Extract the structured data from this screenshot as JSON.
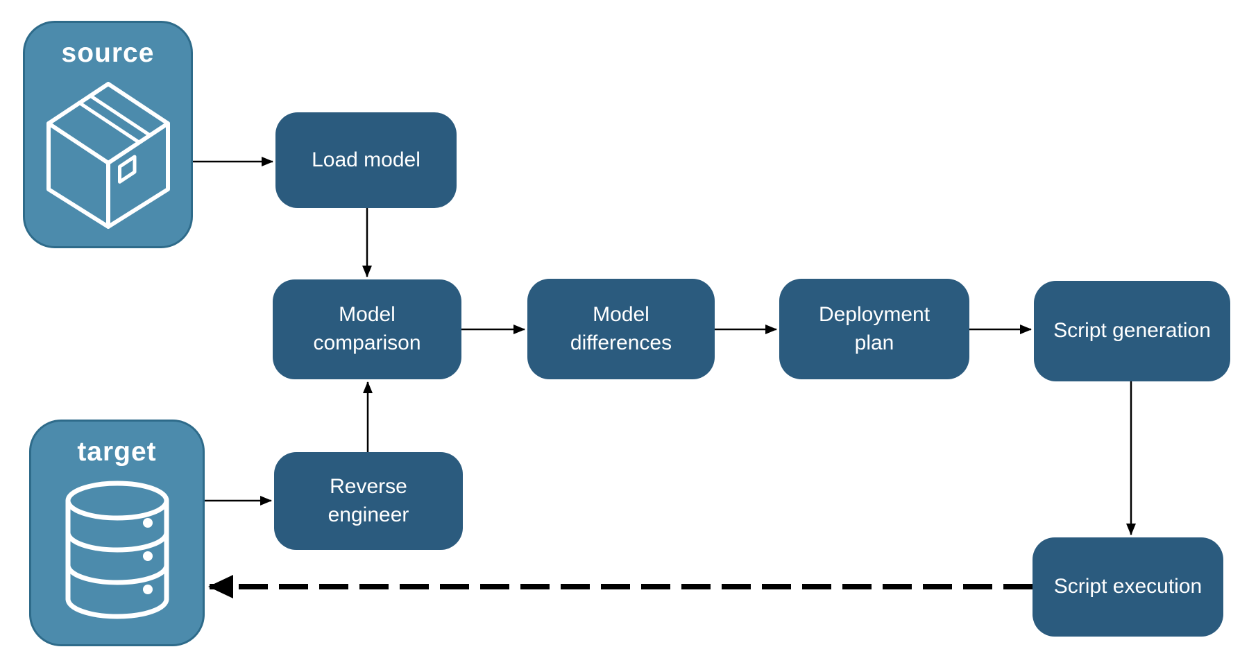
{
  "endpoints": {
    "source": {
      "label": "source",
      "icon": "package-icon"
    },
    "target": {
      "label": "target",
      "icon": "database-icon"
    }
  },
  "nodes": {
    "load_model": {
      "label": "Load model"
    },
    "model_comparison": {
      "label": "Model comparison"
    },
    "model_differences": {
      "label": "Model differences"
    },
    "deployment_plan": {
      "label": "Deployment plan"
    },
    "script_generation": {
      "label": "Script generation"
    },
    "reverse_engineer": {
      "label": "Reverse engineer"
    },
    "script_execution": {
      "label": "Script execution"
    }
  },
  "edges": [
    {
      "from": "source",
      "to": "load_model",
      "style": "solid"
    },
    {
      "from": "load_model",
      "to": "model_comparison",
      "style": "solid"
    },
    {
      "from": "model_comparison",
      "to": "model_differences",
      "style": "solid"
    },
    {
      "from": "model_differences",
      "to": "deployment_plan",
      "style": "solid"
    },
    {
      "from": "deployment_plan",
      "to": "script_generation",
      "style": "solid"
    },
    {
      "from": "script_generation",
      "to": "script_execution",
      "style": "solid"
    },
    {
      "from": "target",
      "to": "reverse_engineer",
      "style": "solid"
    },
    {
      "from": "reverse_engineer",
      "to": "model_comparison",
      "style": "solid"
    },
    {
      "from": "script_execution",
      "to": "target",
      "style": "dashed"
    }
  ],
  "colors": {
    "node_fill": "#2b5b7e",
    "endpoint_fill": "#4c8bac",
    "endpoint_border": "#2e6b8a",
    "arrow_color": "#000000",
    "label_text": "#ffffff",
    "background": "#ffffff"
  }
}
